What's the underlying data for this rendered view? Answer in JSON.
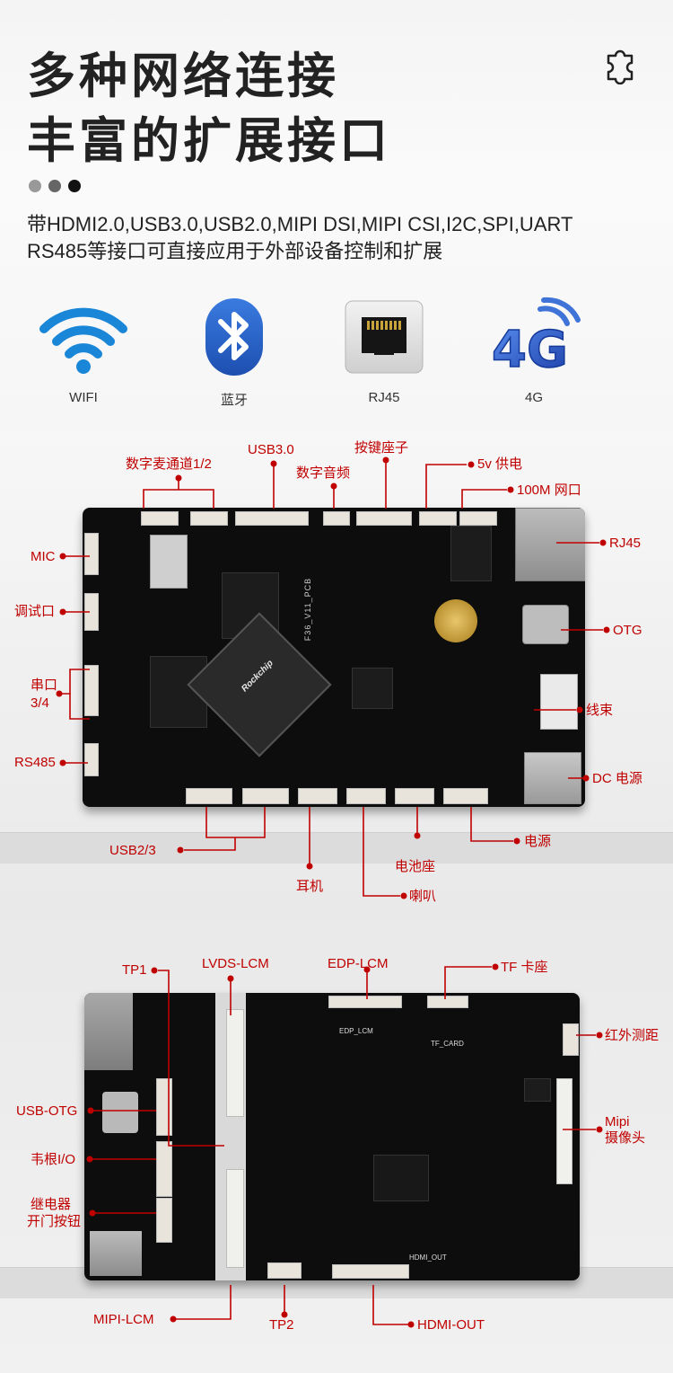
{
  "header": {
    "title_line1": "多种网络连接",
    "title_line2": "丰富的扩展接口",
    "desc_line1": "带HDMI2.0,USB3.0,USB2.0,MIPI DSI,MIPI CSI,I2C,SPI,UART",
    "desc_line2": "RS485等接口可直接应用于外部设备控制和扩展",
    "dot_colors": [
      "#999999",
      "#666666",
      "#111111"
    ]
  },
  "features": [
    {
      "label": "WIFI",
      "icon": "wifi-icon"
    },
    {
      "label": "蓝牙",
      "icon": "bluetooth-icon"
    },
    {
      "label": "RJ45",
      "icon": "rj45-icon"
    },
    {
      "label": "4G",
      "icon": "4g-icon"
    }
  ],
  "board_top": {
    "chip_text": "Rockchip",
    "pcb_text": "F36_V11_PCB",
    "labels": {
      "mic_channel": "数字麦通道1/2",
      "usb30": "USB3.0",
      "digital_audio": "数字音频",
      "key_socket": "按键座子",
      "power5v": "5v 供电",
      "lan100m": "100M 网口",
      "rj45": "RJ45",
      "otg": "OTG",
      "harness": "线束",
      "dc_power": "DC 电源",
      "power": "电源",
      "battery": "电池座",
      "speaker": "喇叭",
      "earphone": "耳机",
      "usb23": "USB2/3",
      "rs485": "RS485",
      "serial": "串口",
      "serial_num": "3/4",
      "debug": "调试口",
      "mic": "MIC"
    }
  },
  "board_bottom": {
    "silk_edp": "EDP_LCM",
    "silk_tf": "TF_CARD",
    "silk_hdmi": "HDMI_OUT",
    "labels": {
      "tp1": "TP1",
      "lvds": "LVDS-LCM",
      "edp": "EDP-LCM",
      "tf": "TF 卡座",
      "ir": "红外测距",
      "mipi_cam_1": "Mipi",
      "mipi_cam_2": "摄像头",
      "usb_otg": "USB-OTG",
      "wiegand": "韦根I/O",
      "relay_1": "继电器",
      "relay_2": "开门按钮",
      "mipi_lcm": "MIPI-LCM",
      "tp2": "TP2",
      "hdmi_out": "HDMI-OUT"
    }
  },
  "accent_color": "#c00000"
}
